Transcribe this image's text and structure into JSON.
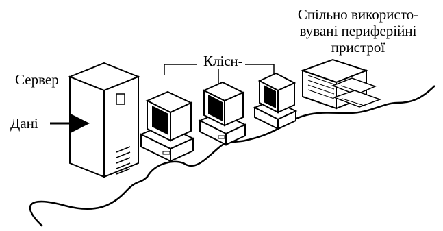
{
  "labels": {
    "server": "Сервер",
    "data": "Дані",
    "clients": "Клієн-",
    "peripherals": [
      "Спільно використо-",
      "вувані периферійні",
      "пристрої"
    ]
  },
  "colors": {
    "ink": "#000000",
    "paper": "#ffffff",
    "screen": "#000000"
  },
  "icons": {
    "server": "tower-server-icon",
    "client": "desktop-computer-icon",
    "printer": "printer-icon",
    "arrow": "arrow-right-icon"
  }
}
